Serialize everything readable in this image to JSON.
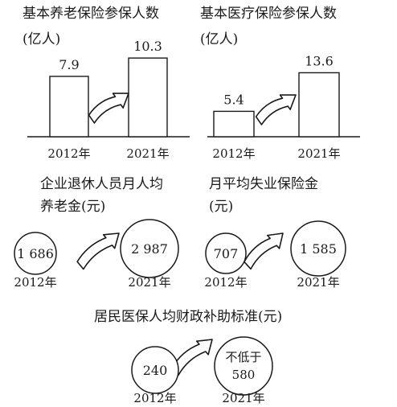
{
  "chart_data": [
    {
      "type": "bar",
      "title": "基本养老保险参保人数",
      "unit": "(亿人)",
      "categories": [
        "2012年",
        "2021年"
      ],
      "values": [
        7.9,
        10.3
      ],
      "value_labels": [
        "7.9",
        "10.3"
      ],
      "ylim": [
        0,
        12
      ]
    },
    {
      "type": "bar",
      "title": "基本医疗保险参保人数",
      "unit": "(亿人)",
      "categories": [
        "2012年",
        "2021年"
      ],
      "values": [
        5.4,
        13.6
      ],
      "value_labels": [
        "5.4",
        "13.6"
      ],
      "ylim": [
        0,
        15
      ]
    },
    {
      "type": "bubble",
      "title": [
        "企业退休人员月人均",
        "养老金(元)"
      ],
      "categories": [
        "2012年",
        "2021年"
      ],
      "values": [
        1686,
        2987
      ],
      "value_labels": [
        "1 686",
        "2 987"
      ]
    },
    {
      "type": "bubble",
      "title": [
        "月平均失业保险金",
        "(元)"
      ],
      "categories": [
        "2012年",
        "2021年"
      ],
      "values": [
        707,
        1585
      ],
      "value_labels": [
        "707",
        "1 585"
      ]
    },
    {
      "type": "bubble",
      "title": [
        "居民医保人均财政补助标准(元)"
      ],
      "categories": [
        "2012年",
        "2021年"
      ],
      "values": [
        240,
        580
      ],
      "value_labels": [
        "240",
        [
          "不低于",
          "580"
        ]
      ]
    }
  ],
  "colors": {
    "ink": "#1a1a1a",
    "fill": "#ffffff"
  }
}
